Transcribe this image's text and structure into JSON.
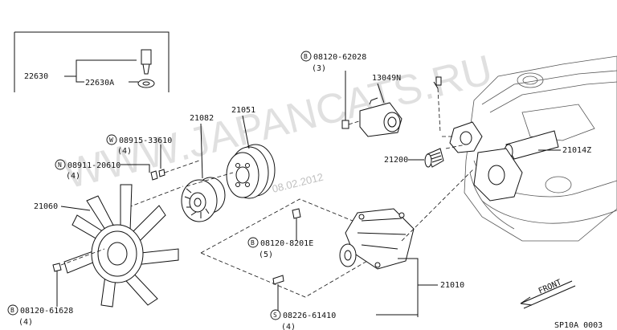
{
  "watermark": {
    "text": "WWW.JAPANCATS.RU",
    "date": "08.02.2012"
  },
  "figure_code": "SP10A 0003",
  "front_label": "FRONT",
  "labels": {
    "p22630": "22630",
    "p22630a": "22630A",
    "b1_marker": "B",
    "b1_code": "08120-62028",
    "b1_qty": "(3)",
    "p13049n": "13049N",
    "p21051": "21051",
    "p21082": "21082",
    "w_marker": "W",
    "w_code": "08915-33610",
    "w_qty": "(4)",
    "n_marker": "N",
    "n_code": "08911-20610",
    "n_qty": "(4)",
    "p21200": "21200",
    "p21014z": "21014Z",
    "p21060": "21060",
    "b2_marker": "B",
    "b2_code": "08120-8201E",
    "b2_qty": "(5)",
    "p21010": "21010",
    "b3_marker": "B",
    "b3_code": "08120-61628",
    "b3_qty": "(4)",
    "s_marker": "S",
    "s_code": "08226-61410",
    "s_qty": "(4)"
  }
}
